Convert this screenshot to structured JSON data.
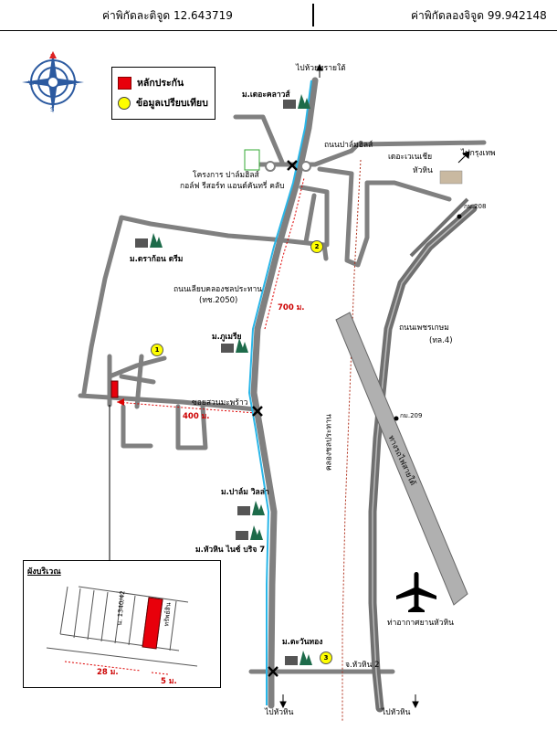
{
  "header": {
    "latitude_text": "ค่าพิกัดละติจูด 12.643719",
    "longitude_text": "ค่าพิกัดลองจิจูด 99.942148"
  },
  "legend": {
    "pillar": "หลักประกัน",
    "comparison": "ข้อมูลเปรียบเทียบ",
    "pillar_color": "#e8000b",
    "comparison_color": "#ffff00"
  },
  "compass": {
    "n": "N",
    "e": "E",
    "s": "S",
    "w": "W"
  },
  "labels": {
    "to_huai_sai_tai": "ไปห้วยทรายใต้",
    "m_the_clover": "ม.เดอะคลาวส์",
    "palm_hills_road": "ถนนปาล์มฮิลส์",
    "project_palm_hills": "โครงการ ปาล์มฮิลส์",
    "golf_resort": "กอล์ฟ รีสอร์ท แอนด์คันทรี่ คลับ",
    "the_venetian": "เดอะเวเนเชีย",
    "hua_hin_top": "หัวหิน",
    "to_bangkok": "ไปกรุงเทพ",
    "km208": "กม.208",
    "m_dragon_dream": "ม.ดราก้อน ดรีม",
    "chonprathan_road": "ถนนเลียบคลองชลประทาน",
    "tor_lor_2050": "(ทช.2050)",
    "dist_700": "700 ม.",
    "petchkasem_road": "ถนนเพชรเกษม",
    "tor_lor_4": "(ทล.4)",
    "m_phuwaree": "ม.ภูเมรีย",
    "soi_suan_maprao": "ซอยสวนมะพร้าว",
    "dist_400": "400 ม.",
    "km209": "กม.209",
    "irrigation_canal": "คลองชลประทาน",
    "railway": "ทางรถไฟสายใต้",
    "m_palm_villa": "ม.ปาล์ม วิลล่า",
    "m_huahin_nine": "ม.หัวหิน ไนซ์ บริจ 7",
    "airport": "ท่าอากาศยานหัวหิน",
    "m_wanthong": "ม.ตะวันทอง",
    "jor_huahin_2": "จ.หัวหิน 2",
    "to_huahin_1": "ไปหัวหิน",
    "to_huahin_2": "ไปหัวหิน"
  },
  "pins": [
    "1",
    "2",
    "3"
  ],
  "inset": {
    "title": "ผังบริเวณ",
    "plot_label": "น. 1340/42",
    "subject_label": "ทรัพย์สิน",
    "dist_28": "28 ม.",
    "dist_5": "5 ม."
  }
}
